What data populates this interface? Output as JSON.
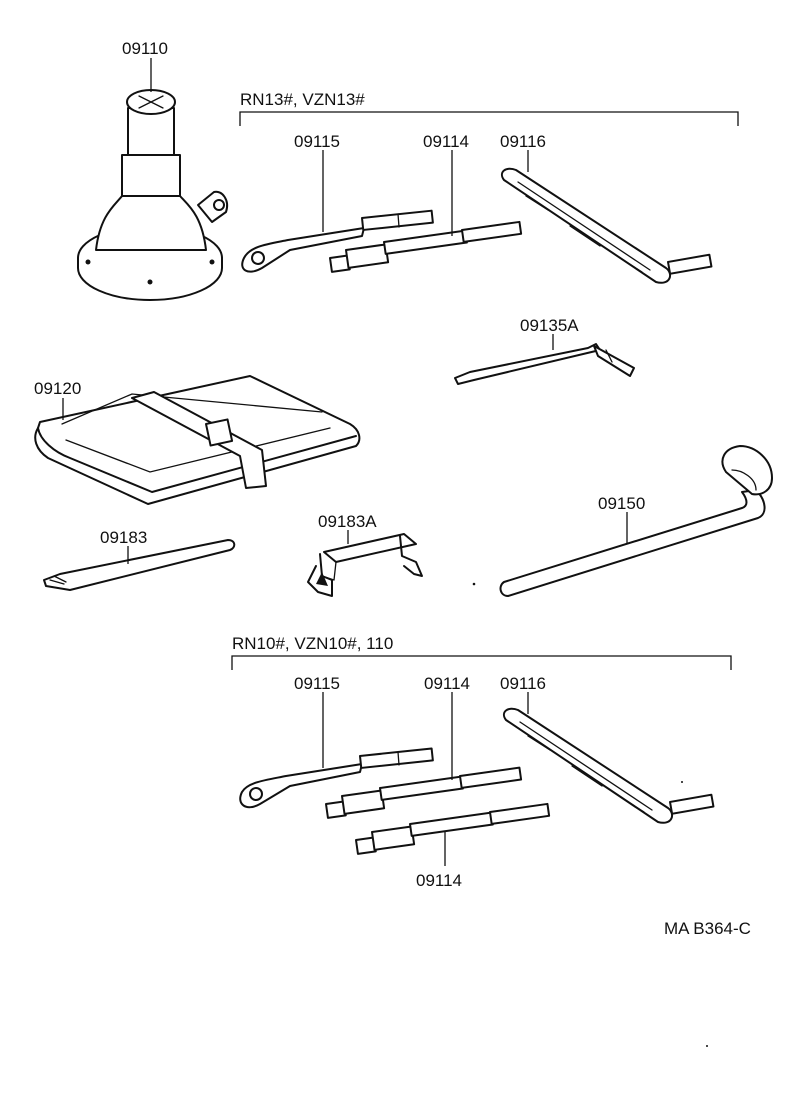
{
  "groups": {
    "top": "RN13#, VZN13#",
    "bottom": "RN10#, VZN10#, 110"
  },
  "parts": {
    "jack": "09110",
    "top_hook_handle": "09115",
    "top_extension": "09114",
    "top_lever": "09116",
    "screwdriver": "09135A",
    "tool_bag": "09120",
    "pry_bar": "09183",
    "clip": "09183A",
    "lug_wrench": "09150",
    "bottom_hook_handle": "09115",
    "bottom_extension_upper": "09114",
    "bottom_lever": "09116",
    "bottom_extension_lower": "09114"
  },
  "diagram_code": "MA B364-C"
}
